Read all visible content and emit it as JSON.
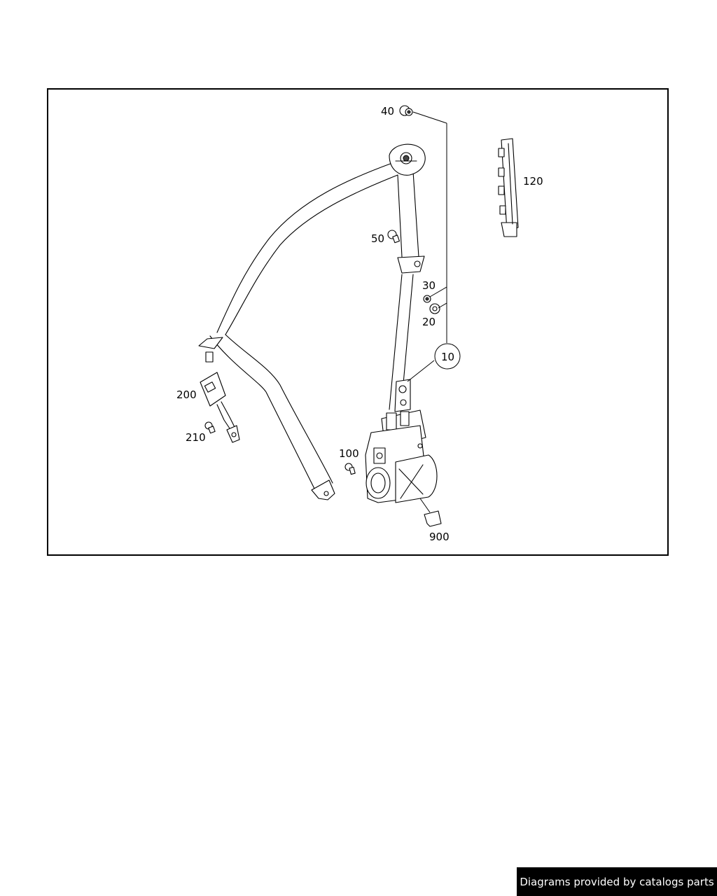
{
  "diagram": {
    "parts": [
      {
        "id": "p40",
        "label": "40"
      },
      {
        "id": "p120",
        "label": "120"
      },
      {
        "id": "p50",
        "label": "50"
      },
      {
        "id": "p30",
        "label": "30"
      },
      {
        "id": "p20",
        "label": "20"
      },
      {
        "id": "p10",
        "label": "10"
      },
      {
        "id": "p200",
        "label": "200"
      },
      {
        "id": "p210",
        "label": "210"
      },
      {
        "id": "p100",
        "label": "100"
      },
      {
        "id": "p900",
        "label": "900"
      }
    ]
  },
  "footer": {
    "text": "Diagrams provided by catalogs parts"
  },
  "colors": {
    "line": "#000000",
    "background": "#ffffff",
    "badge_background": "#000000",
    "badge_text": "#ffffff"
  }
}
